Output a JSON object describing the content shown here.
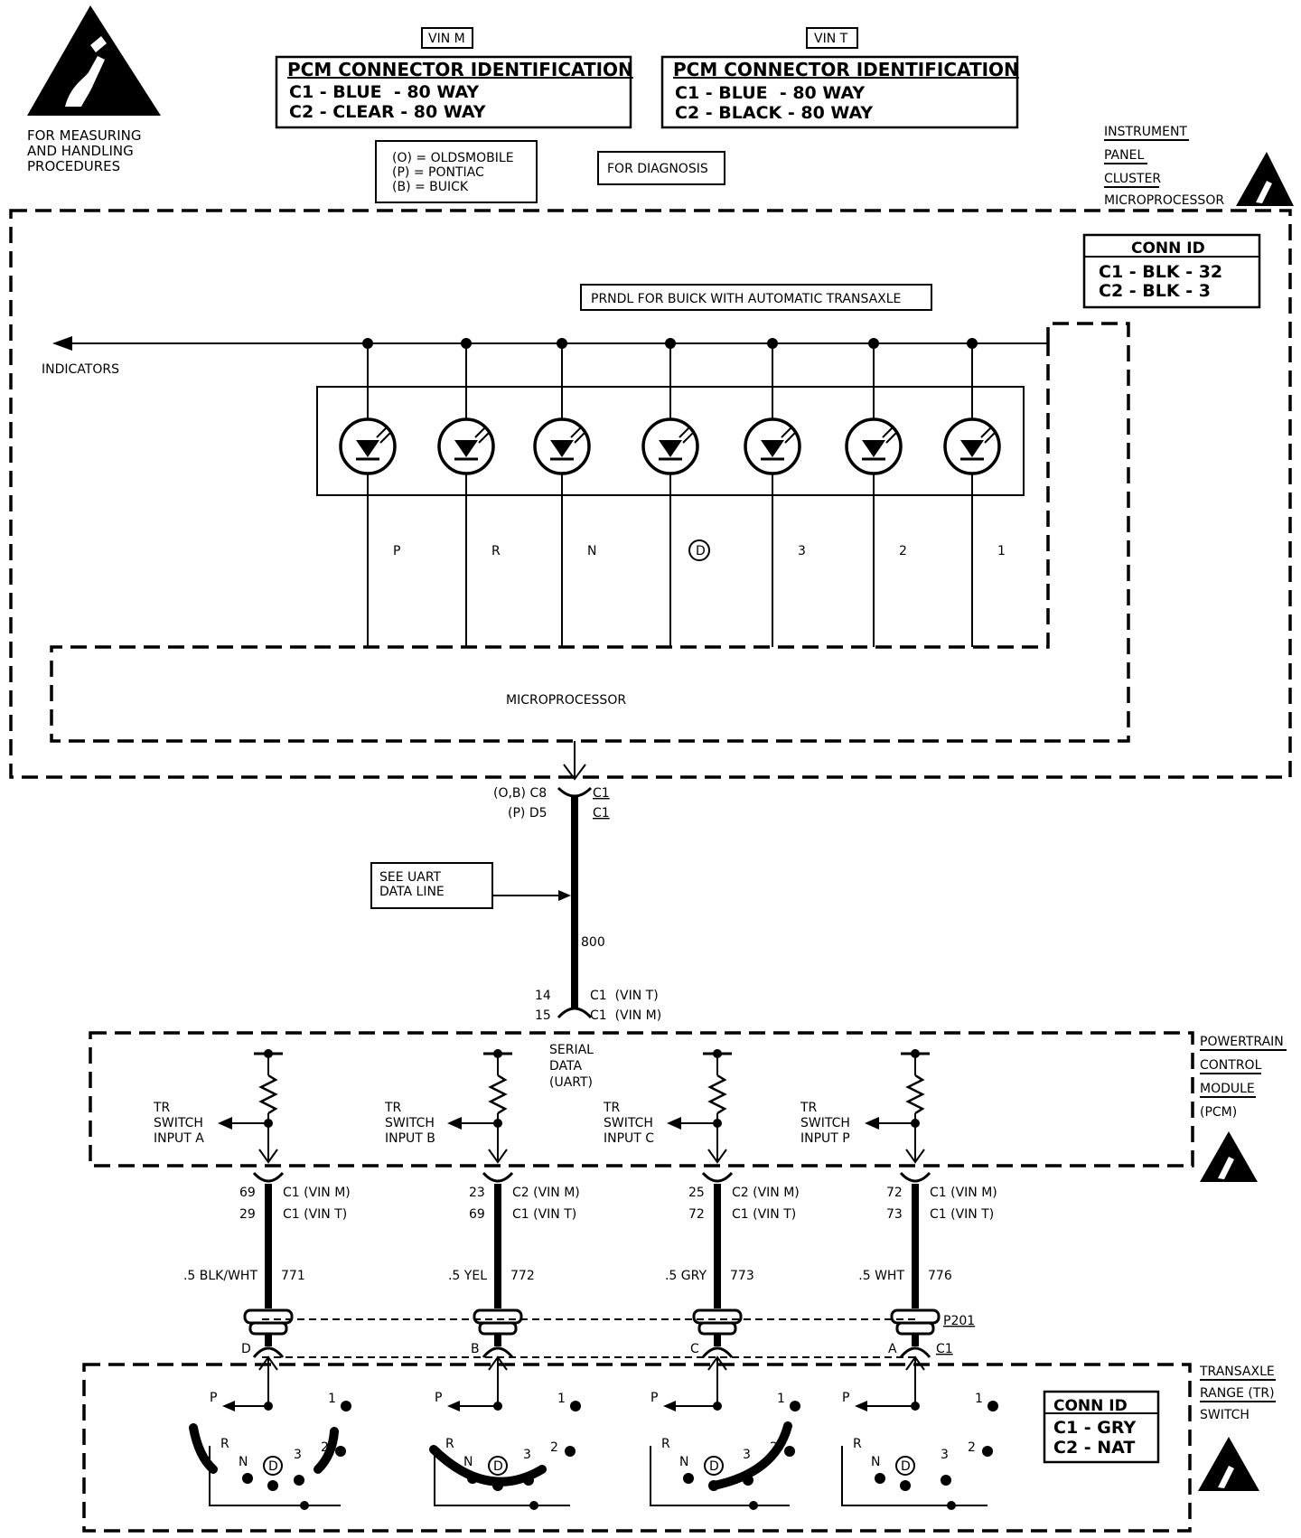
{
  "header": {
    "esd_note": [
      "FOR MEASURING",
      "AND HANDLING",
      "PROCEDURES"
    ],
    "vin_m_tag": "VIN M",
    "vin_t_tag": "VIN T",
    "vin_m_table": {
      "title": "PCM CONNECTOR IDENTIFICATION",
      "rows": [
        "C1 - BLUE  - 80 WAY",
        "C2 - CLEAR - 80 WAY"
      ]
    },
    "vin_t_table": {
      "title": "PCM CONNECTOR IDENTIFICATION",
      "rows": [
        "C1 - BLUE  - 80 WAY",
        "C2 - BLACK - 80 WAY"
      ]
    },
    "make_legend": [
      "(O) = OLDSMOBILE",
      "(P) = PONTIAC",
      "(B) = BUICK"
    ],
    "diagnosis_box": "FOR DIAGNOSIS"
  },
  "cluster": {
    "title": [
      "INSTRUMENT",
      "PANEL",
      "CLUSTER",
      "MICROPROCESSOR"
    ],
    "conn_id": {
      "title": "CONN ID",
      "rows": [
        "C1 - BLK - 32",
        "C2 - BLK - 3"
      ]
    },
    "prndl_box": "PRNDL FOR BUICK WITH AUTOMATIC TRANSAXLE",
    "indicators_label": "INDICATORS",
    "led_labels": [
      "P",
      "R",
      "N",
      "D",
      "3",
      "2",
      "1"
    ],
    "microprocessor_label": "MICROPROCESSOR"
  },
  "serial": {
    "conn_top_left": [
      "(O,B) C8",
      "(P) D5"
    ],
    "conn_top_right": [
      "C1",
      "C1"
    ],
    "uart_note": [
      "SEE UART",
      "DATA LINE"
    ],
    "circuit": "800",
    "conn_bottom_pins": [
      "14",
      "15"
    ],
    "conn_bottom_right": [
      "C1  (VIN T)",
      "C1  (VIN M)"
    ],
    "pcm_label": [
      "SERIAL",
      "DATA",
      "(UART)"
    ]
  },
  "pcm": {
    "title": [
      "POWERTRAIN",
      "CONTROL",
      "MODULE",
      "(PCM)"
    ],
    "inputs": [
      {
        "label": [
          "TR",
          "SWITCH",
          "INPUT A"
        ],
        "pins": [
          "69",
          "29"
        ],
        "conns": [
          "C1  (VIN M)",
          "C1  (VIN T)"
        ],
        "wire": ".5 BLK/WHT",
        "circuit": "771",
        "tr_pin": "D"
      },
      {
        "label": [
          "TR",
          "SWITCH",
          "INPUT B"
        ],
        "pins": [
          "23",
          "69"
        ],
        "conns": [
          "C2  (VIN M)",
          "C1  (VIN T)"
        ],
        "wire": ".5 YEL",
        "circuit": "772",
        "tr_pin": "B"
      },
      {
        "label": [
          "TR",
          "SWITCH",
          "INPUT C"
        ],
        "pins": [
          "25",
          "72"
        ],
        "conns": [
          "C2  (VIN M)",
          "C1  (VIN T)"
        ],
        "wire": ".5 GRY",
        "circuit": "773",
        "tr_pin": "C"
      },
      {
        "label": [
          "TR",
          "SWITCH",
          "INPUT P"
        ],
        "pins": [
          "72",
          "73"
        ],
        "conns": [
          "C1  (VIN M)",
          "C1  (VIN T)"
        ],
        "wire": ".5 WHT",
        "circuit": "776",
        "tr_pin": "A"
      }
    ],
    "p201": "P201",
    "tr_conn": "C1"
  },
  "tr_switch": {
    "title": [
      "TRANSAXLE",
      "RANGE (TR)",
      "SWITCH"
    ],
    "positions": [
      "P",
      "R",
      "N",
      "D",
      "3",
      "2",
      "1"
    ],
    "conn_id": {
      "title": "CONN ID",
      "rows": [
        "C1 - GRY",
        "C2 - NAT"
      ]
    }
  }
}
